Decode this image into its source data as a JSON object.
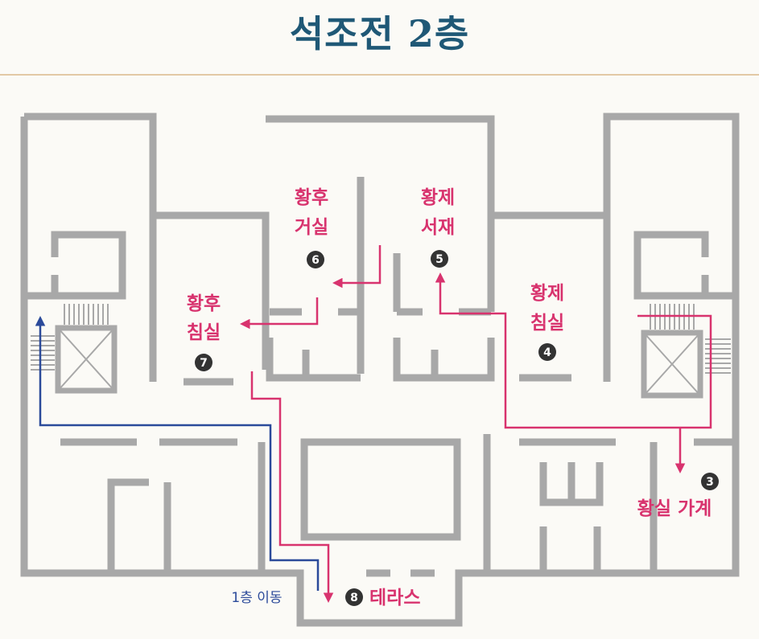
{
  "title": "석조전 2층",
  "colors": {
    "title": "#1f5876",
    "route_pink": "#d8336e",
    "route_blue": "#2b4a9a",
    "wall": "#a8a8a8"
  },
  "rooms": {
    "empress_living": {
      "line1": "황후",
      "line2": "거실",
      "number": "6"
    },
    "emperor_study": {
      "line1": "황제",
      "line2": "서재",
      "number": "5"
    },
    "empress_bedroom": {
      "line1": "황후",
      "line2": "침실",
      "number": "7"
    },
    "emperor_bedroom": {
      "line1": "황제",
      "line2": "침실",
      "number": "4"
    },
    "royal_shop": {
      "label": "황실 가계",
      "number": "3"
    },
    "terrace": {
      "label": "테라스",
      "number": "8"
    }
  },
  "note_first_floor": "1층 이동"
}
